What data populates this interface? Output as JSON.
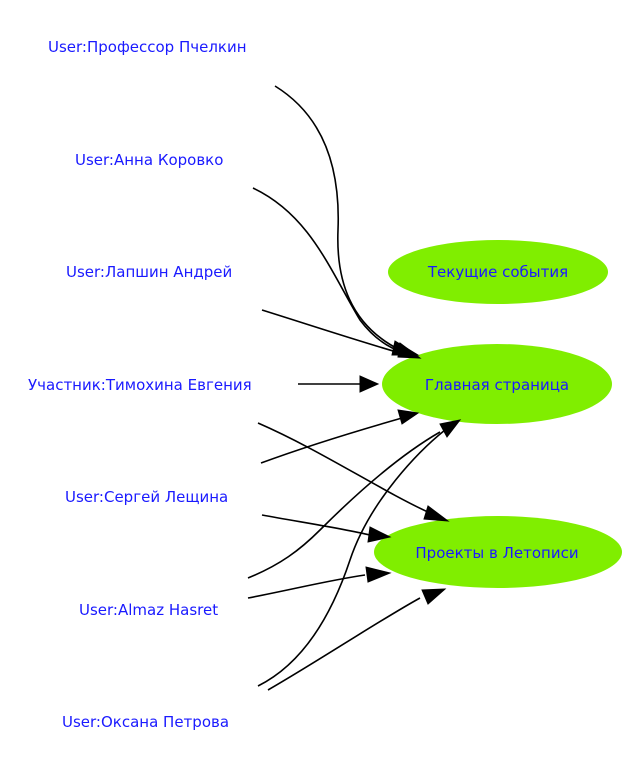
{
  "colors": {
    "node_fill": "#80ee00",
    "label_text": "#1a1aff",
    "edge": "#000000",
    "background": "#ffffff"
  },
  "users": [
    "User:Профессор Пчелкин",
    "User:Анна Коровко",
    "User:Лапшин Андрей",
    "Участник:Тимохина Евгения",
    "User:Сергей Лещина",
    "User:Almaz Hasret",
    "User:Оксана Петрова"
  ],
  "pages": [
    "Текущие события",
    "Главная страница",
    "Проекты в Летописи"
  ]
}
